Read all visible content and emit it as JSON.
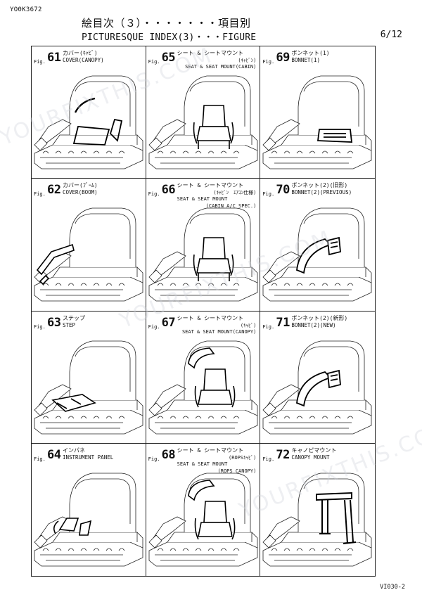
{
  "doc_code": "YO0K3672",
  "title_jp": "絵目次（３）・・・・・・・項目別",
  "title_en": "PICTURESQUE INDEX(3)・・・FIGURE",
  "page": "6/12",
  "footer_code": "VI030-2",
  "watermark": "YOURFIXTHIS.COM",
  "fig_prefix": "Fig.",
  "figures": [
    {
      "num": "61",
      "jp": "カバー(ｷｬﾋﾞ)",
      "en": "COVER(CANOPY)"
    },
    {
      "num": "65",
      "jp": "シート & シートマウント",
      "jp2": "(ｷｬﾋﾞﾝ)",
      "en": "SEAT & SEAT MOUNT(CABIN)"
    },
    {
      "num": "69",
      "jp": "ボンネット(1)",
      "en": "BONNET(1)"
    },
    {
      "num": "62",
      "jp": "カバー(ﾌﾞｰﾑ)",
      "en": "COVER(BOOM)"
    },
    {
      "num": "66",
      "jp": "シート & シートマウント",
      "jp2": "(ｷｬﾋﾞﾝ　ｴｱｺﾝ仕様)",
      "en": "SEAT & SEAT MOUNT",
      "en2": "(CABIN A/C SPEC.)"
    },
    {
      "num": "70",
      "jp": "ボンネット(2)(旧形)",
      "en": "BONNET(2)(PREVIOUS)"
    },
    {
      "num": "63",
      "jp": "ステップ",
      "en": "STEP"
    },
    {
      "num": "67",
      "jp": "シート & シートマウント",
      "jp2": "(ｷｬﾋﾞ)",
      "en": "SEAT & SEAT MOUNT(CANOPY)"
    },
    {
      "num": "71",
      "jp": "ボンネット(2)(新形)",
      "en": "BONNET(2)(NEW)"
    },
    {
      "num": "64",
      "jp": "インパネ",
      "en": "INSTRUMENT PANEL"
    },
    {
      "num": "68",
      "jp": "シート & シートマウント",
      "jp2": "(ROPSｷｬﾋﾞ)",
      "en": "SEAT & SEAT MOUNT",
      "en2": "(ROPS CANOPY)"
    },
    {
      "num": "72",
      "jp": "キャノピマウント",
      "en": "CANOPY MOUNT"
    }
  ]
}
